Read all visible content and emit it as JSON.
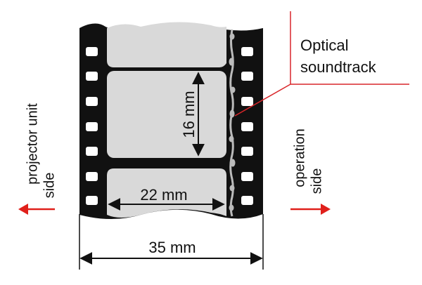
{
  "labels": {
    "soundtrack_line1": "Optical",
    "soundtrack_line2": "soundtrack",
    "frame_height": "16 mm",
    "frame_width": "22 mm",
    "film_width": "35 mm",
    "left_side_line1": "projector unit",
    "left_side_line2": "side",
    "right_side_line1": "operation",
    "right_side_line2": "side"
  },
  "colors": {
    "film": "#111111",
    "frame": "#d9d9d9",
    "arrow_red": "#e0201b",
    "leader_red": "#d9262a",
    "soundtrack": "#bbbbbb"
  },
  "icons": {
    "left_arrow": "arrow-left-icon",
    "right_arrow": "arrow-right-icon"
  }
}
